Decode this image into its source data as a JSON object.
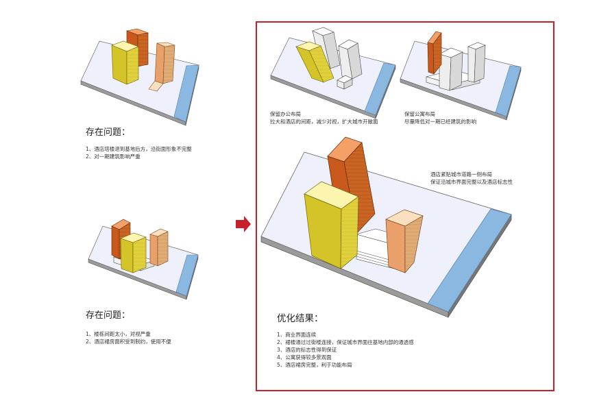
{
  "left_top": {
    "heading": "存在问题：",
    "items": [
      "1、酒店塔楼退到基地后方，沿街面形象不完整",
      "2、对一期建筑影响严重"
    ]
  },
  "left_bottom": {
    "heading": "存在问题：",
    "items": [
      "1、楼栋间距太小，对视严重",
      "2、酒店裙房面积受到制约，使用不便"
    ]
  },
  "option_a": {
    "title": "保留办公布局",
    "desc": "拉大和酒店的间距，减少对视，扩大城市开敞面"
  },
  "option_b": {
    "title": "保留公寓布局",
    "desc": "尽量降低对一期已经建筑的影响"
  },
  "main_note": {
    "line1": "酒店紧贴城市道路一侧布局",
    "line2": "保证沿城市界面完整以及酒店标志性"
  },
  "result": {
    "heading": "优化结果：",
    "items": [
      "1、商业界面连续",
      "2、裙楼通过过街楼连接，保证城市界面往基地内部的通透感",
      "3、酒店的标志性得到保证",
      "4、公寓获得较多景观面",
      "5、酒店裙房完整，利于功能布局"
    ]
  },
  "colors": {
    "frame": "#c8202a",
    "arrow": "#c8202a",
    "site": "#eef1fb",
    "road": "#8ab8e0",
    "hotel_tower": "#e8782a",
    "office_tower": "#f2e64a",
    "apartment_tower": "#f6c28c"
  }
}
